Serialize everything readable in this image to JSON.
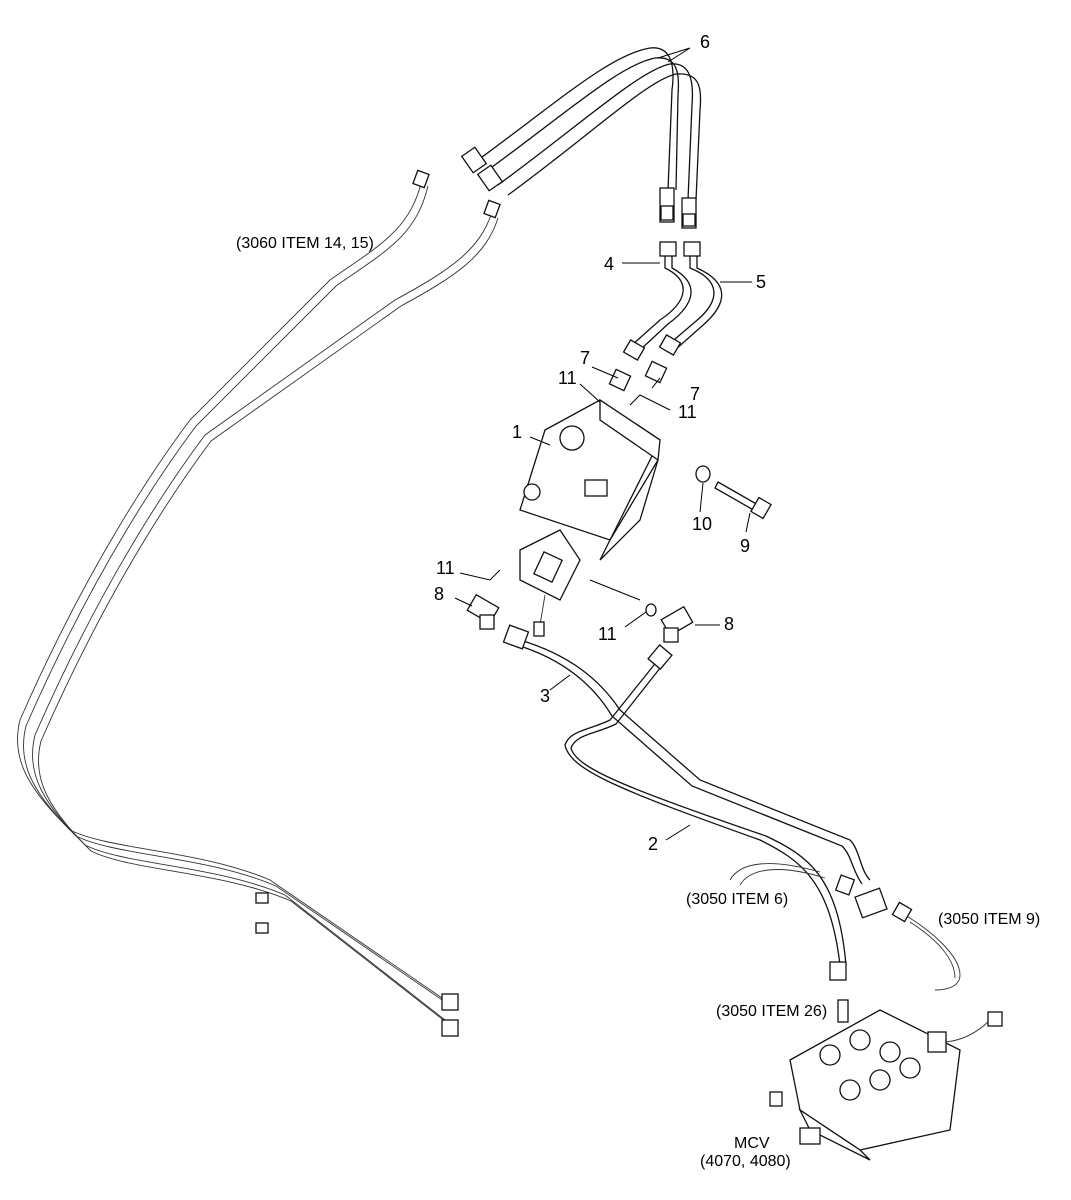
{
  "diagram": {
    "callouts": {
      "c1": "1",
      "c2": "2",
      "c3": "3",
      "c4": "4",
      "c5": "5",
      "c6": "6",
      "c7a": "7",
      "c7b": "7",
      "c8a": "8",
      "c8b": "8",
      "c9": "9",
      "c10": "10",
      "c11a": "11",
      "c11b": "11",
      "c11c": "11",
      "c11d": "11"
    },
    "references": {
      "ref_3060": "(3060 ITEM 14, 15)",
      "ref_3050_6": "(3050 ITEM 6)",
      "ref_3050_9": "(3050 ITEM 9)",
      "ref_3050_26": "(3050 ITEM 26)",
      "mcv_title": "MCV",
      "mcv_refs": "(4070, 4080)"
    }
  }
}
